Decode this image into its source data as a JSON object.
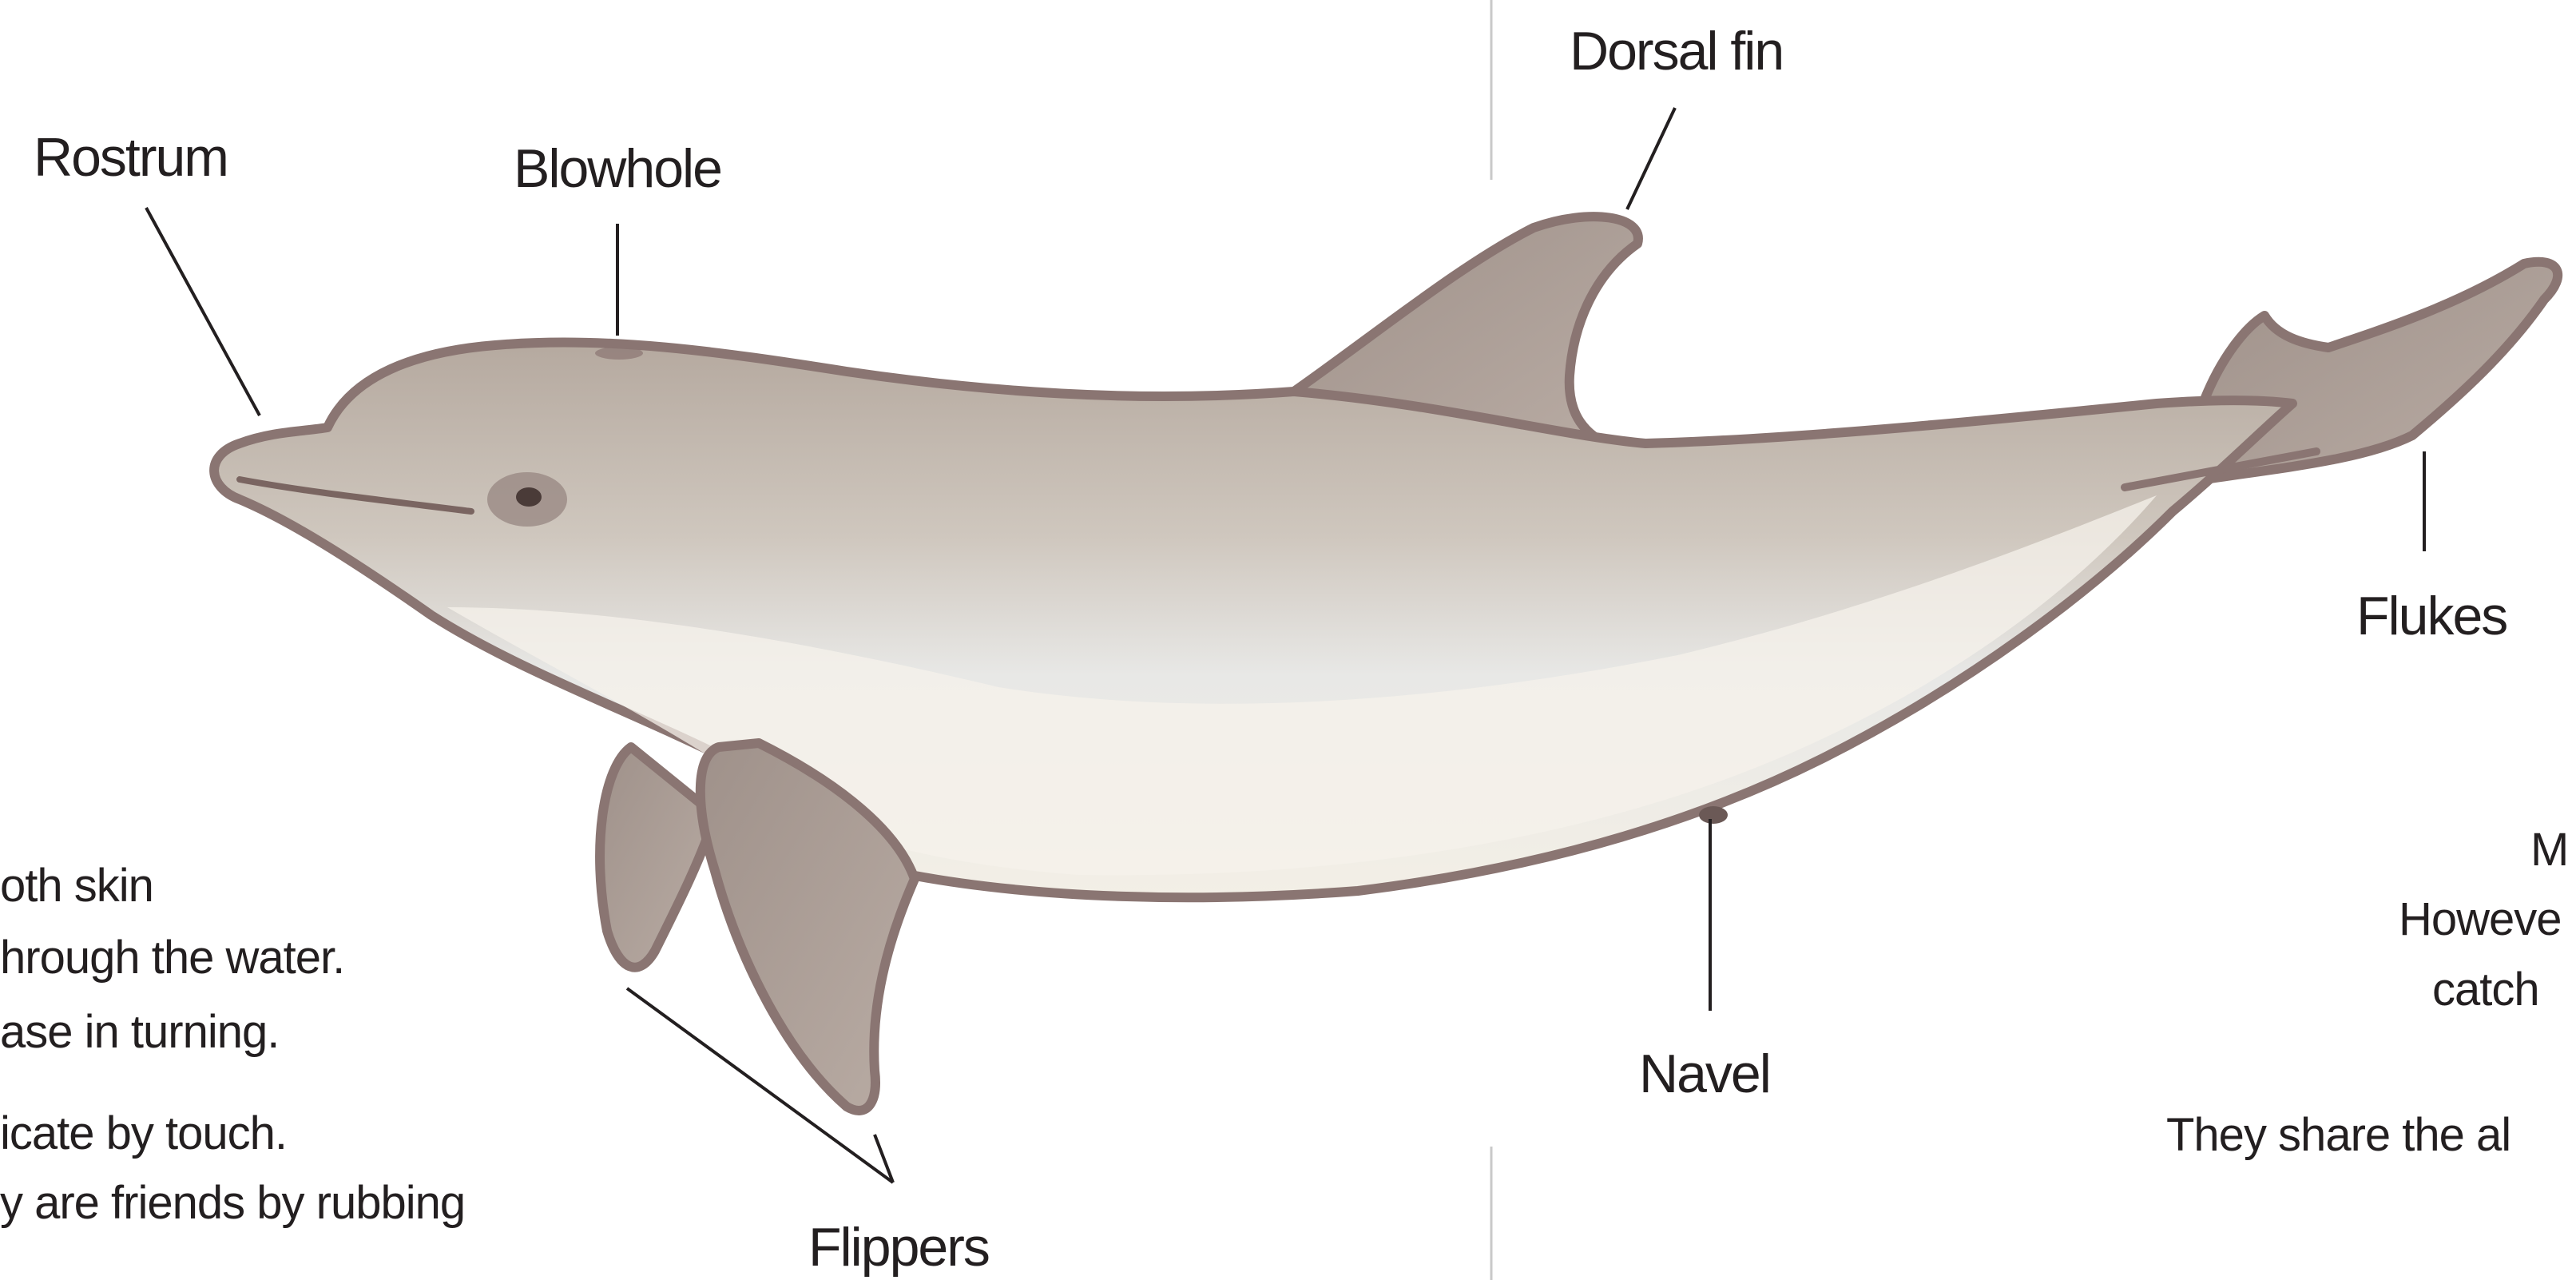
{
  "diagram": {
    "labels": {
      "rostrum": "Rostrum",
      "blowhole": "Blowhole",
      "dorsal_fin": "Dorsal fin",
      "flukes": "Flukes",
      "navel": "Navel",
      "flippers": "Flippers"
    },
    "left_text": [
      "oth skin",
      "hrough the water.",
      "ase in turning.",
      "icate by touch.",
      "y are friends by rubbing"
    ],
    "right_text": [
      "M",
      "Howeve",
      "catch",
      "They share the al"
    ],
    "colors": {
      "outline": "#8a7572",
      "body_light": "#ece9e3",
      "body_dark": "#b8aca3",
      "fin": "#a99c94",
      "belly": "#f4efe8",
      "leader_line": "#231f20",
      "divider": "#c9c9c9"
    }
  }
}
